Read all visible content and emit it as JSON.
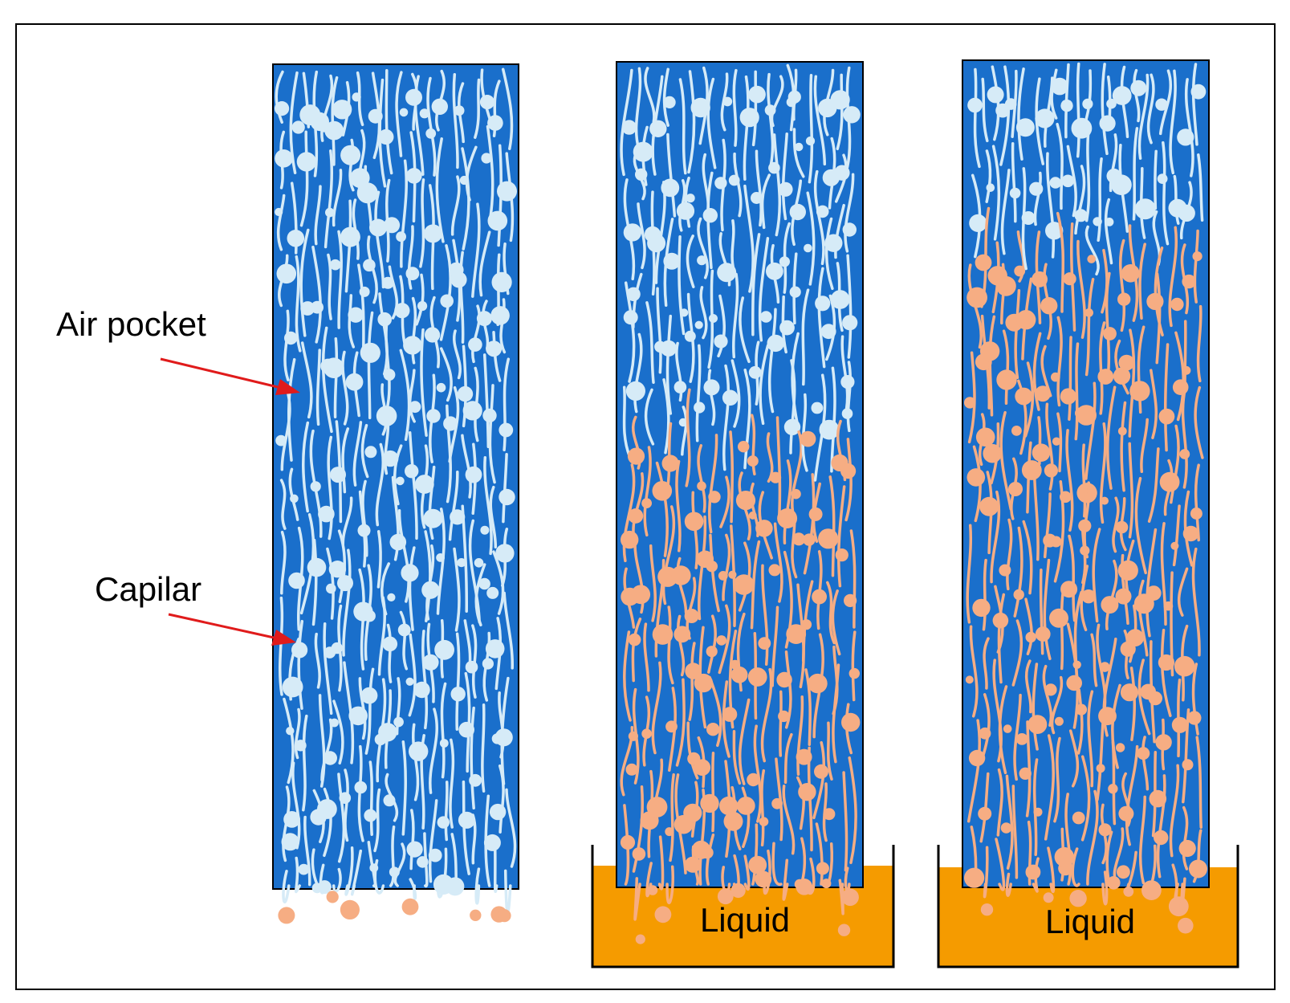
{
  "labels": {
    "air_pocket": "Air pocket",
    "capilar": "Capilar"
  },
  "containers": [
    {
      "label": "Liquid"
    },
    {
      "label": "Liquid"
    }
  ],
  "samples": [
    {
      "liquid_fill_fraction": 0.0
    },
    {
      "liquid_fill_fraction": 0.55
    },
    {
      "liquid_fill_fraction": 0.77
    }
  ],
  "colors": {
    "block": "#1a6fcb",
    "capillary_dry": "#d6ebf7",
    "capillary_wet": "#f6ad83",
    "liquid": "#f59b00",
    "arrow": "#e01b1b",
    "outline": "#000000"
  }
}
